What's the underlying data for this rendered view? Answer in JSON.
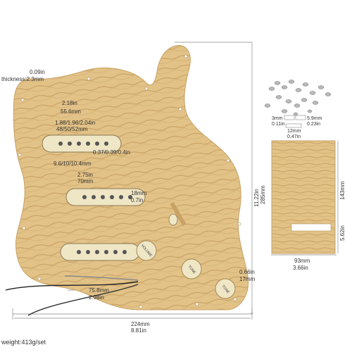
{
  "labels": {
    "thickness_in": "0.09in",
    "thickness_mm": "thickness:2.3mm",
    "width_in": "2.18in",
    "width_mm": "55.6mm",
    "spacing_in": "1.88/1.96/2.04in",
    "spacing_mm": "48/50/52mm",
    "pole_mm": "9.6/10/10.4mm",
    "pole_in": "0.37/0.39/0.4in",
    "pickup_len_in": "2.75in",
    "pickup_len_mm": "70mm",
    "pickup_h_mm": "18mm",
    "pickup_h_in": "0.7in",
    "height_in": "11.22in",
    "height_mm": "285mm",
    "knob_in": "0.66in",
    "knob_mm": "17mm",
    "bottom_mm": "75.8mm",
    "bottom_in": "2.98in",
    "total_w_mm": "224mm",
    "total_w_in": "8.81in",
    "weight": "weight:413g/set",
    "screw_a_mm": "3mm",
    "screw_a_in": "0.11in",
    "screw_b_mm": "5.9mm",
    "screw_b_in": "0.23in",
    "screw_c_mm": "12mm",
    "screw_c_in": "0.47in",
    "plate_h_mm": "143mm",
    "plate_h_in": "5.62in",
    "plate_w_mm": "93mm",
    "plate_w_in": "3.66in",
    "knob_volume": "VOLUME",
    "knob_tone1": "TONE",
    "knob_tone2": "TONE"
  },
  "colors": {
    "wood": "#e2c287",
    "wood_grain": "#c9a265",
    "cream": "#efe6c6",
    "dim_line": "#777777"
  }
}
